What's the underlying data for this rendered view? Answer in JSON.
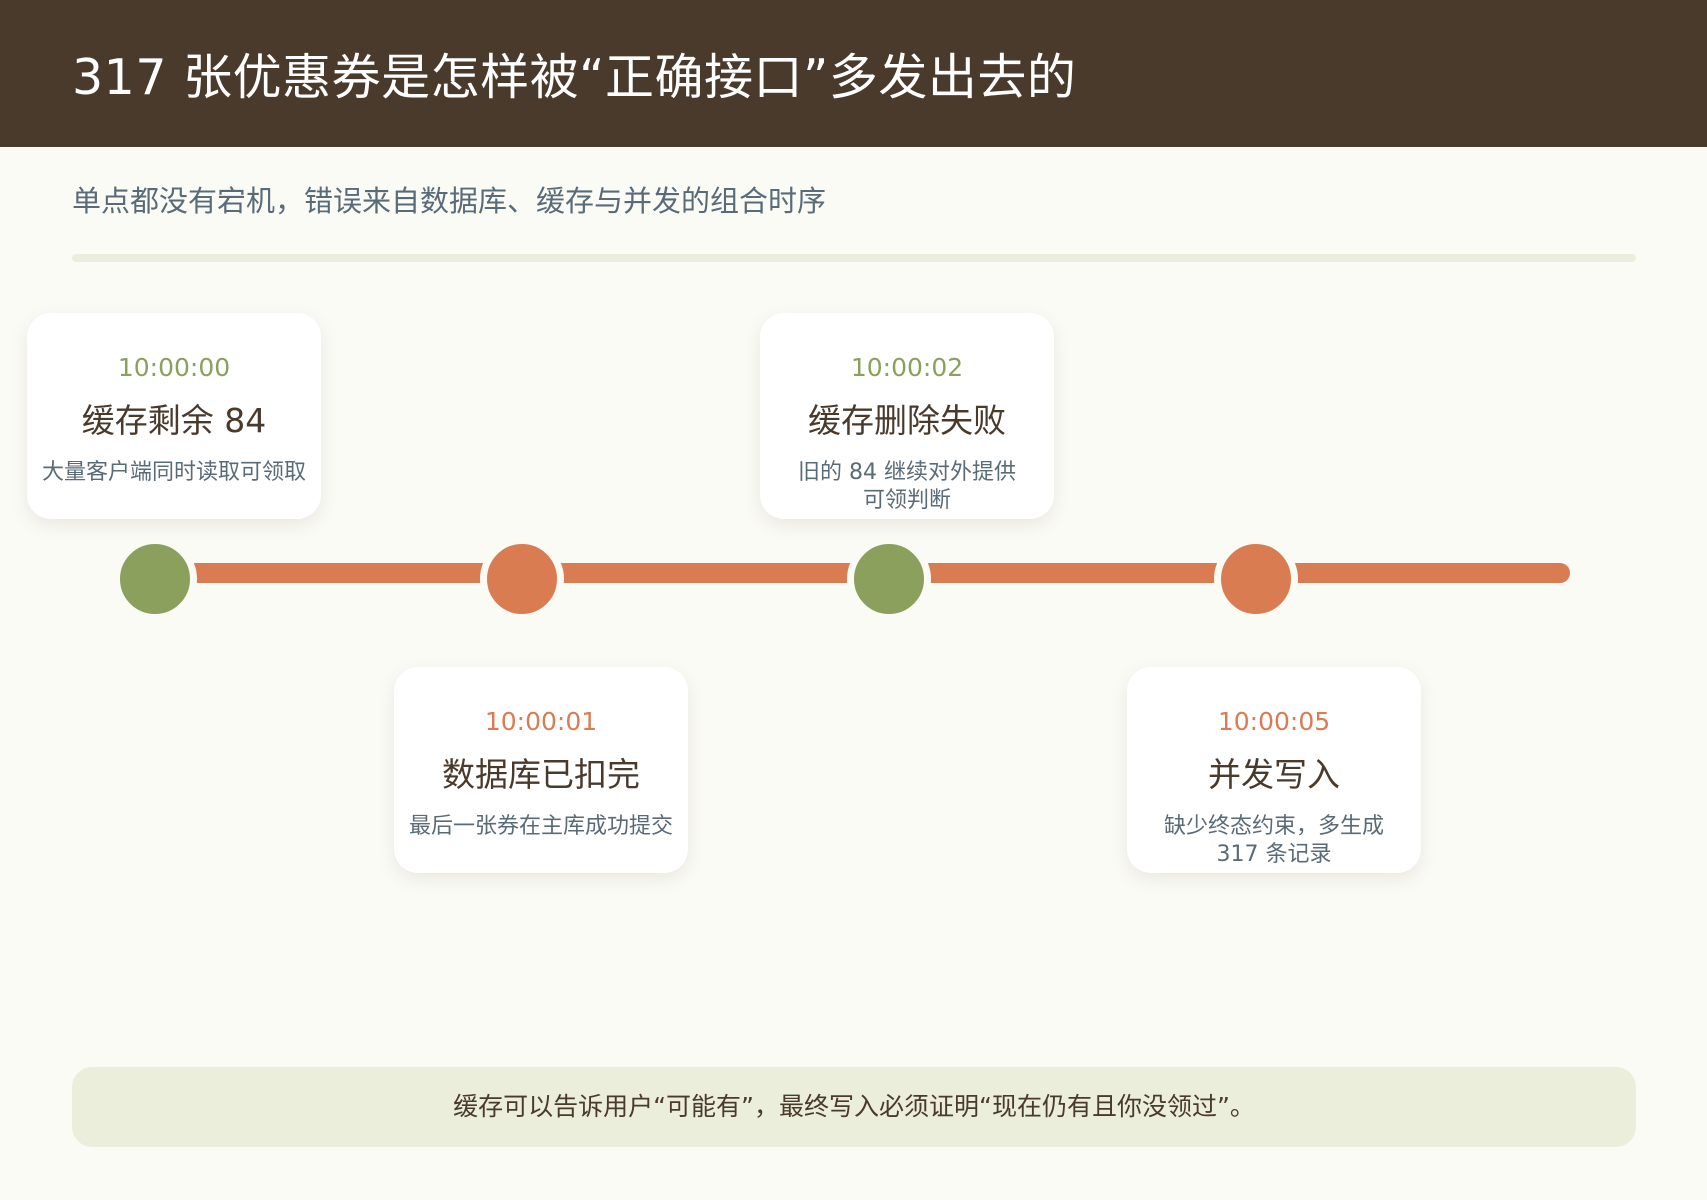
{
  "header": {
    "title": "317 张优惠券是怎样被“正确接口”多发出去的"
  },
  "subtitle": "单点都没有宕机，错误来自数据库、缓存与并发的组合时序",
  "colors": {
    "header_bg": "#4a3a2c",
    "green": "#8ba05c",
    "orange": "#d97c52",
    "note_bg": "#ebeedb"
  },
  "events": [
    {
      "time": "10:00:00",
      "title": "缓存剩余 84",
      "desc": "大量客户端同时读取可领取"
    },
    {
      "time": "10:00:01",
      "title": "数据库已扣完",
      "desc": "最后一张券在主库成功提交"
    },
    {
      "time": "10:00:02",
      "title": "缓存删除失败",
      "desc": "旧的 84 继续对外提供可领判断"
    },
    {
      "time": "10:00:05",
      "title": "并发写入",
      "desc": "缺少终态约束，多生成 317 条记录"
    }
  ],
  "note": "缓存可以告诉用户“可能有”，最终写入必须证明“现在仍有且你没领过”。"
}
